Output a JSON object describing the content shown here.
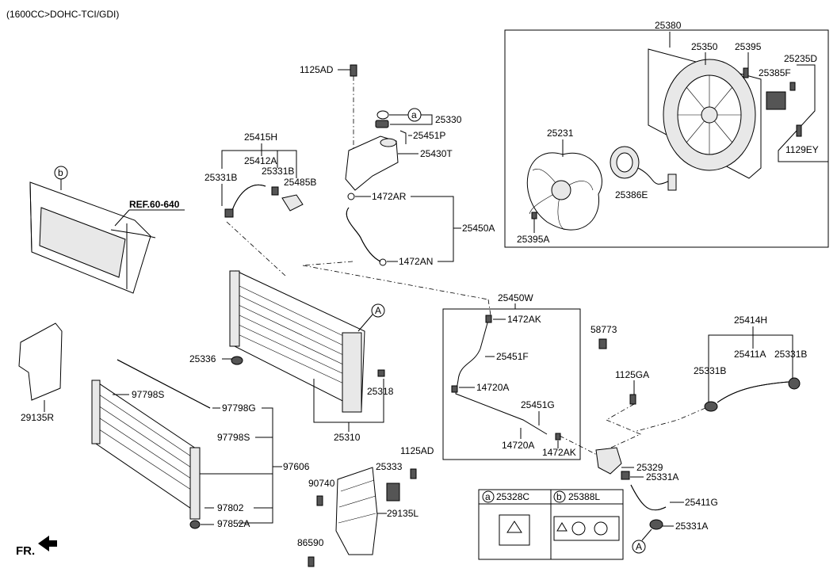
{
  "header": {
    "engine_spec": "(1600CC>DOHC-TCI/GDI)"
  },
  "orientation": {
    "front_label": "FR."
  },
  "reference": {
    "text": "REF.60-640"
  },
  "callouts": {
    "a": "a",
    "b": "b",
    "A": "A"
  },
  "part_numbers": {
    "p25380": "25380",
    "p25350": "25350",
    "p25395": "25395",
    "p25235D": "25235D",
    "p25385F": "25385F",
    "p1129EY": "1129EY",
    "p25231": "25231",
    "p25386E": "25386E",
    "p25395A": "25395A",
    "p1125AD_top": "1125AD",
    "p25330": "25330",
    "p25451P": "25451P",
    "p25430T": "25430T",
    "p1472AR": "1472AR",
    "p25450A": "25450A",
    "p1472AN": "1472AN",
    "p25415H": "25415H",
    "p25412A": "25412A",
    "p25331B_a": "25331B",
    "p25331B_b": "25331B",
    "p25485B": "25485B",
    "p25336": "25336",
    "p25318": "25318",
    "p25310": "25310",
    "p29135R": "29135R",
    "p97798S_a": "97798S",
    "p97798G": "97798G",
    "p97798S_b": "97798S",
    "p97606": "97606",
    "p97802": "97802",
    "p97852A": "97852A",
    "p90740": "90740",
    "p25333": "25333",
    "p1125AD_low": "1125AD",
    "p29135L": "29135L",
    "p86590": "86590",
    "p25450W": "25450W",
    "p1472AK_a": "1472AK",
    "p25451F": "25451F",
    "p14720A_a": "14720A",
    "p25451G": "25451G",
    "p14720A_b": "14720A",
    "p1472AK_b": "1472AK",
    "p58773": "58773",
    "p1125GA": "1125GA",
    "p25414H": "25414H",
    "p25411A": "25411A",
    "p25331B_c": "25331B",
    "p25331B_d": "25331B",
    "p25329": "25329",
    "p25331A_a": "25331A",
    "p25411G": "25411G",
    "p25331A_b": "25331A"
  },
  "legend_box": {
    "items": [
      {
        "callout": "a",
        "part": "25328C"
      },
      {
        "callout": "b",
        "part": "25388L"
      }
    ]
  }
}
